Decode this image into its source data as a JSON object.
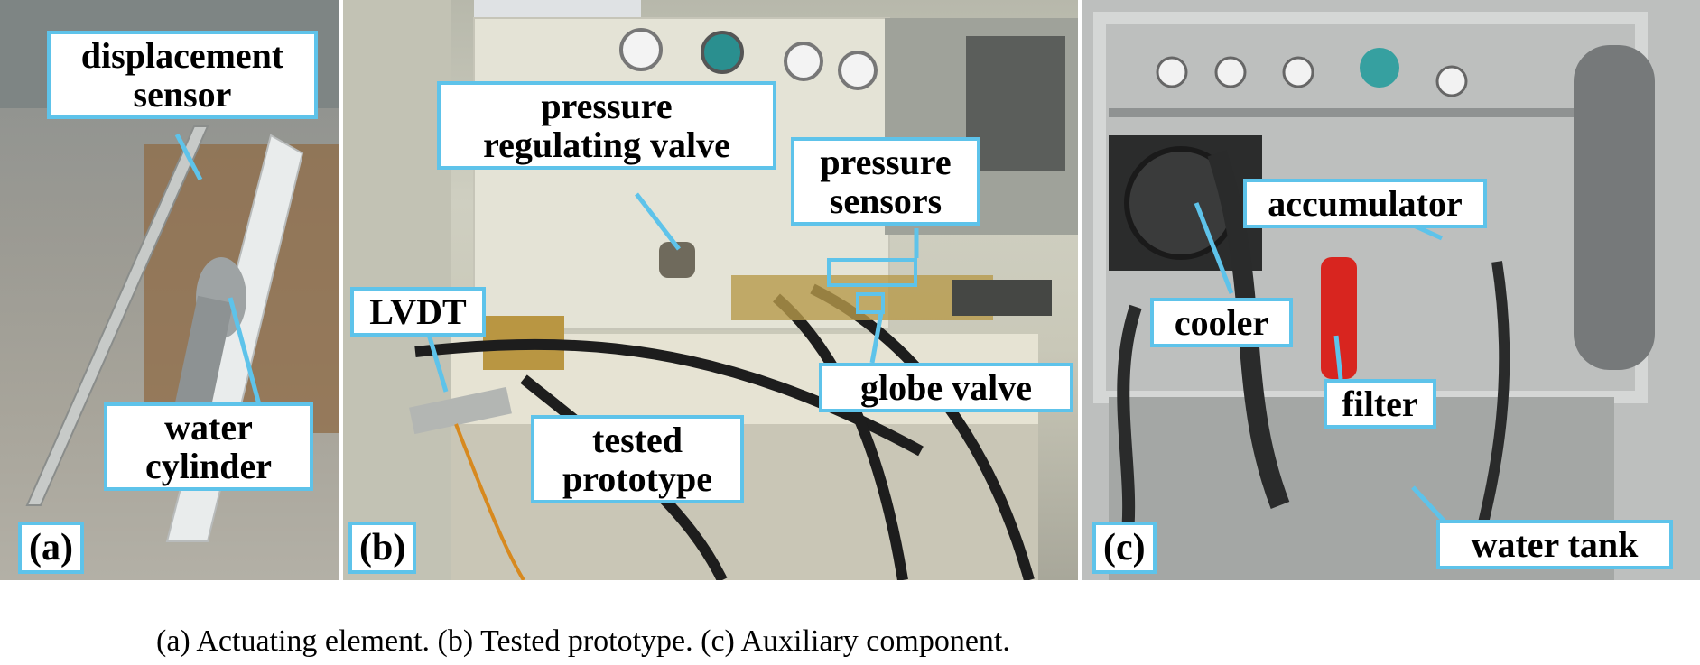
{
  "panels": {
    "a": {
      "tag": "(a)",
      "labels": {
        "displacement_sensor": "displacement\nsensor",
        "water_cylinder": "water\ncylinder"
      }
    },
    "b": {
      "tag": "(b)",
      "labels": {
        "pressure_regulating_valve": "pressure\nregulating valve",
        "pressure_sensors": "pressure\nsensors",
        "lvdt": "LVDT",
        "globe_valve": "globe valve",
        "tested_prototype": "tested\nprototype"
      }
    },
    "c": {
      "tag": "(c)",
      "labels": {
        "accumulator": "accumulator",
        "cooler": "cooler",
        "filter": "filter",
        "water_tank": "water tank"
      }
    }
  },
  "caption": "(a) Actuating element. (b) Tested prototype. (c) Auxiliary component.",
  "colors": {
    "label_border": "#5ec3ea",
    "leader_line": "#5ec3ea"
  }
}
